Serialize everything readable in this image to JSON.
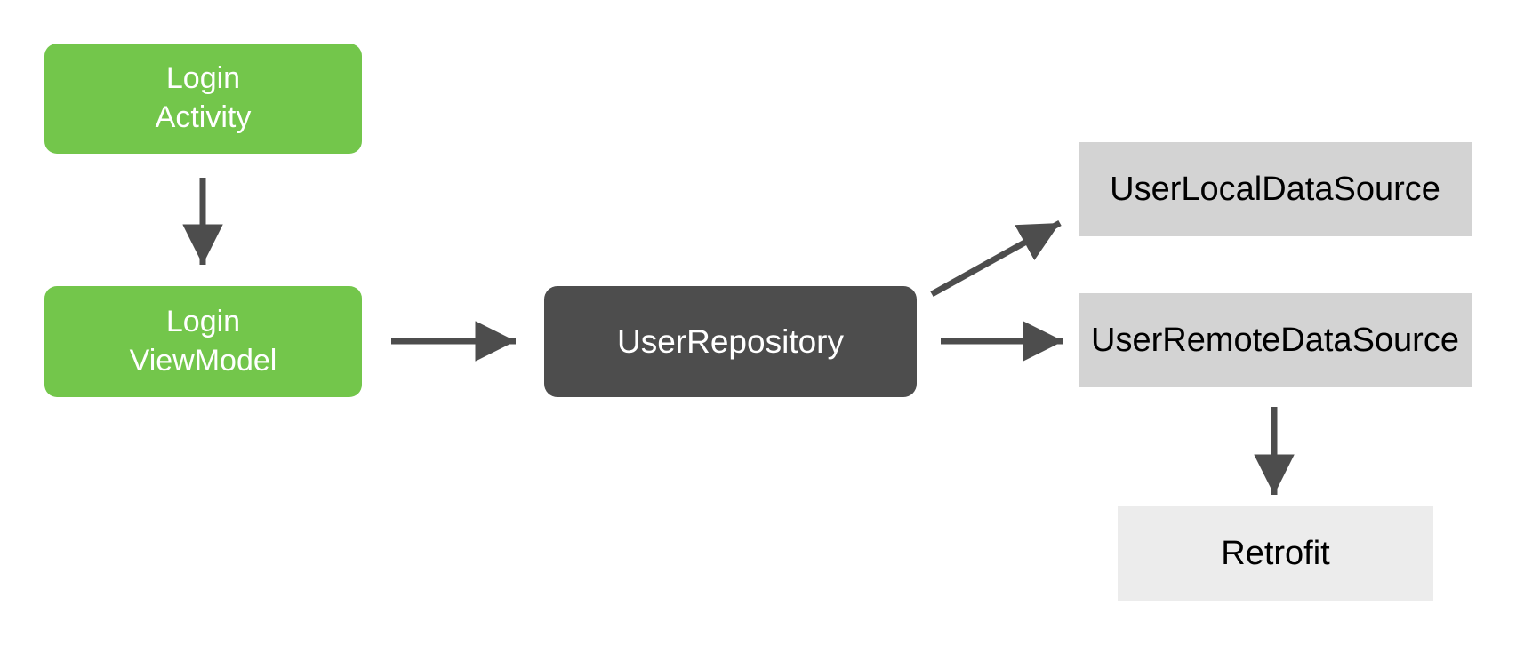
{
  "diagram": {
    "nodes": {
      "login_activity": {
        "line1": "Login",
        "line2": "Activity"
      },
      "login_viewmodel": {
        "line1": "Login",
        "line2": "ViewModel"
      },
      "user_repository": {
        "label": "UserRepository"
      },
      "user_local_data_source": {
        "label": "UserLocalDataSource"
      },
      "user_remote_data_source": {
        "label": "UserRemoteDataSource"
      },
      "retrofit": {
        "label": "Retrofit"
      }
    },
    "edges": [
      {
        "from": "login_activity",
        "to": "login_viewmodel",
        "direction": "down"
      },
      {
        "from": "login_viewmodel",
        "to": "user_repository",
        "direction": "right"
      },
      {
        "from": "user_repository",
        "to": "user_local_data_source",
        "direction": "up-right"
      },
      {
        "from": "user_repository",
        "to": "user_remote_data_source",
        "direction": "right"
      },
      {
        "from": "user_remote_data_source",
        "to": "retrofit",
        "direction": "down"
      }
    ]
  },
  "colors": {
    "background": "#FFFFFF",
    "node_green": "#73C64B",
    "node_dark": "#4D4D4D",
    "node_gray": "#D3D3D3",
    "node_light": "#ECECEC",
    "arrow": "#4D4D4D",
    "text_on_green": "#FFFFFF",
    "text_on_dark": "#FFFFFF",
    "text_on_gray": "#000000"
  }
}
